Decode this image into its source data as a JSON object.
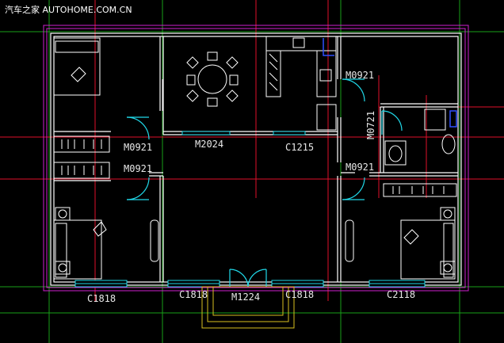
{
  "watermark": "汽车之家 AUTOHOME.COM.CN",
  "labels": {
    "m0921_a": "M0921",
    "m0921_b": "M0921",
    "m0921_c": "M0921",
    "m0921_d": "M0921",
    "m0721": "M0721",
    "m2024": "M2024",
    "c1215": "C1215",
    "c1818_left": "C1818",
    "c1818_mid_left": "C1818",
    "m1224": "M1224",
    "c1818_mid_right": "C1818",
    "c2118": "C2118"
  },
  "colors": {
    "wall": "#ffffff",
    "axis_red": "#e0102a",
    "axis_green": "#18a018",
    "boundary_magenta": "#d020d0",
    "door": "#20d8e8",
    "stairs": "#d8c020",
    "fixture_blue": "#3050ff"
  }
}
